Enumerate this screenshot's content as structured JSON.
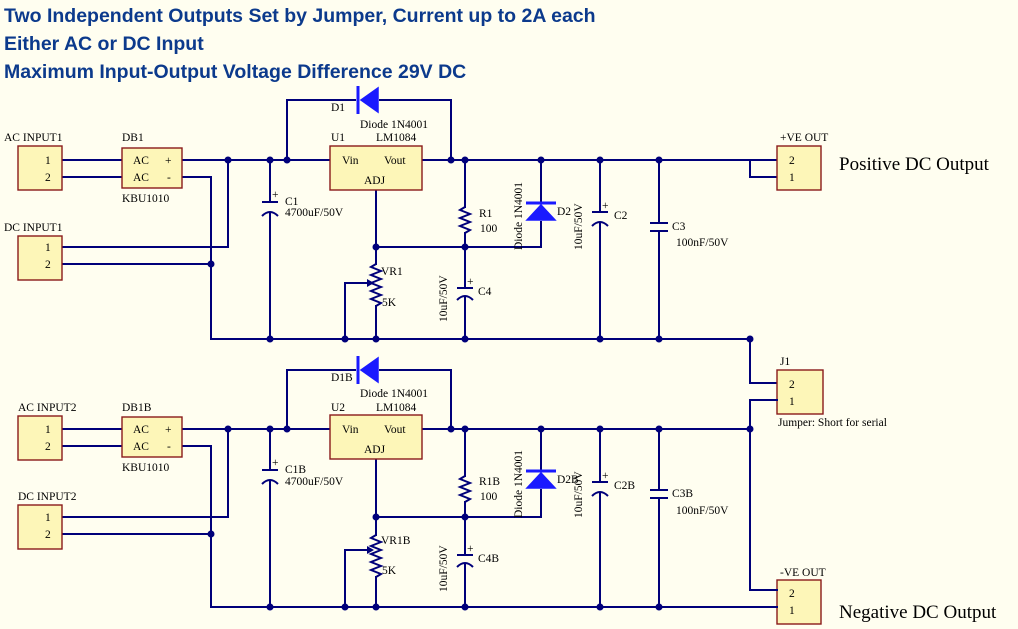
{
  "titles": [
    "Two Independent Outputs Set by Jumper, Current up to 2A each",
    "Either AC or DC Input",
    "Maximum Input-Output Voltage Difference 29V DC"
  ],
  "colors": {
    "title": "#0c3a8c",
    "wire": "#00007a",
    "diode": "#1a1aff",
    "component_fill": "#fdf6b8",
    "component_border": "#8a1a1a",
    "background": "#fffef0"
  },
  "connectors": {
    "ac1": {
      "ref": "AC INPUT1",
      "pins": [
        "1",
        "2"
      ]
    },
    "dc1": {
      "ref": "DC INPUT1",
      "pins": [
        "1",
        "2"
      ]
    },
    "ac2": {
      "ref": "AC INPUT2",
      "pins": [
        "1",
        "2"
      ]
    },
    "dc2": {
      "ref": "DC INPUT2",
      "pins": [
        "1",
        "2"
      ]
    },
    "pos_out": {
      "ref": "+VE OUT",
      "pins": [
        "2",
        "1"
      ]
    },
    "j1": {
      "ref": "J1",
      "pins": [
        "2",
        "1"
      ],
      "note": "Jumper: Short for serial"
    },
    "neg_out": {
      "ref": "-VE OUT",
      "pins": [
        "2",
        "1"
      ]
    }
  },
  "output_labels": {
    "positive": "Positive DC Output",
    "negative": "Negative DC Output"
  },
  "stage1": {
    "bridge": {
      "ref": "DB1",
      "part": "KBU1010",
      "ac": "AC",
      "plus": "+",
      "minus": "-"
    },
    "diode_bypass": {
      "ref": "D1",
      "part": "Diode 1N4001"
    },
    "regulator": {
      "ref": "U1",
      "part": "LM1084",
      "vin": "Vin",
      "vout": "Vout",
      "adj": "ADJ"
    },
    "c1": {
      "ref": "C1",
      "value": "4700uF/50V",
      "pol": "+"
    },
    "r1": {
      "ref": "R1",
      "value": "100"
    },
    "vr1": {
      "ref": "VR1",
      "value": "5K"
    },
    "c4": {
      "ref": "C4",
      "value": "10uF/50V",
      "pol": "+"
    },
    "d2": {
      "ref": "D2",
      "part": "Diode 1N4001"
    },
    "c2": {
      "ref": "C2",
      "value": "10uF/50V",
      "pol": "+"
    },
    "c3": {
      "ref": "C3",
      "value": "100nF/50V"
    }
  },
  "stage2": {
    "bridge": {
      "ref": "DB1B",
      "part": "KBU1010",
      "ac": "AC",
      "plus": "+",
      "minus": "-"
    },
    "diode_bypass": {
      "ref": "D1B",
      "part": "Diode 1N4001"
    },
    "regulator": {
      "ref": "U2",
      "part": "LM1084",
      "vin": "Vin",
      "vout": "Vout",
      "adj": "ADJ"
    },
    "c1": {
      "ref": "C1B",
      "value": "4700uF/50V",
      "pol": "+"
    },
    "r1": {
      "ref": "R1B",
      "value": "100"
    },
    "vr1": {
      "ref": "VR1B",
      "value": "5K"
    },
    "c4": {
      "ref": "C4B",
      "value": "10uF/50V",
      "pol": "+"
    },
    "d2": {
      "ref": "D2B",
      "part": "Diode 1N4001"
    },
    "c2": {
      "ref": "C2B",
      "value": "10uF/50V",
      "pol": "+"
    },
    "c3": {
      "ref": "C3B",
      "value": "100nF/50V"
    }
  }
}
